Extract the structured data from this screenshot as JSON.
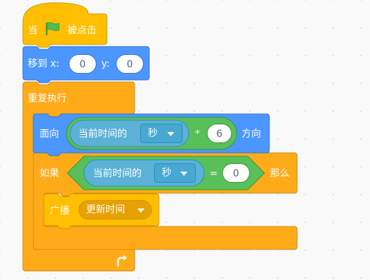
{
  "colors": {
    "events": "#FFBF00",
    "control": "#FFAB19",
    "motion": "#4C97FF",
    "operators": "#59C059",
    "sensing": "#5CB1D6",
    "flag": "#4CBF56"
  },
  "hat": {
    "label_left": "当",
    "icon": "green-flag-icon",
    "label_right": "被点击"
  },
  "goto": {
    "label": "移到 x:",
    "x": "0",
    "y_label": "y:",
    "y": "0"
  },
  "forever": {
    "label": "重复执行",
    "loop_icon": "loop-arrow-icon"
  },
  "point": {
    "label": "面向",
    "time_label": "当前时间的",
    "time_unit": "秒",
    "operator": "*",
    "factor": "6",
    "suffix": "方向"
  },
  "if_block": {
    "label": "如果",
    "time_label": "当前时间的",
    "time_unit": "秒",
    "operator": "=",
    "value": "0",
    "then": "那么"
  },
  "broadcast": {
    "label": "广播",
    "message": "更新时间"
  }
}
